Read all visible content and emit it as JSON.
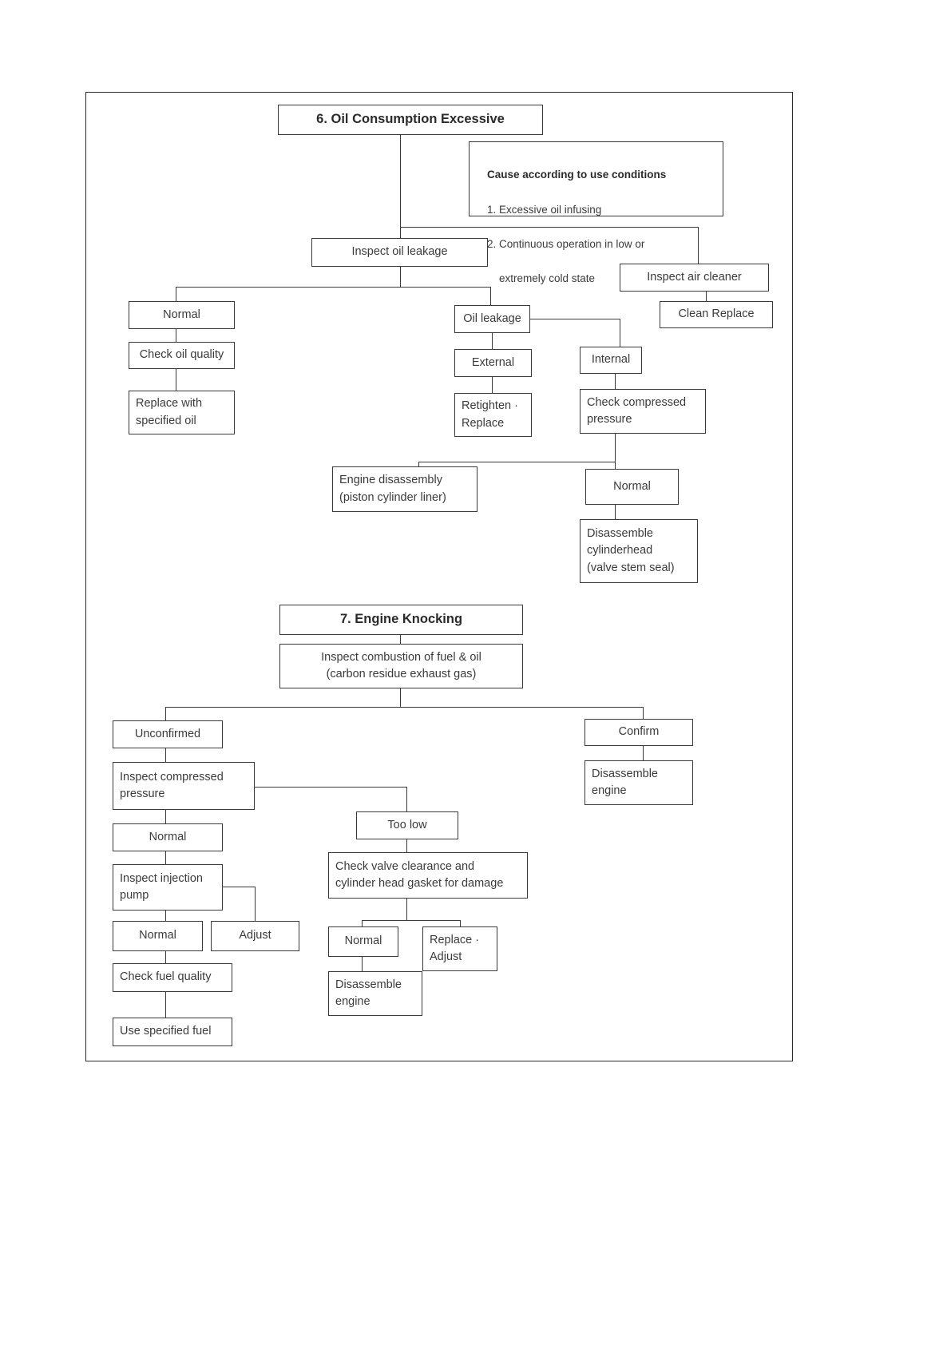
{
  "document": {
    "type": "troubleshooting-flowchart",
    "sections": [
      "6. Oil Consumption Excessive",
      "7. Engine Knocking"
    ]
  },
  "chart_data": {
    "type": "diagram",
    "title": "Engine Troubleshooting Flowcharts",
    "sections": [
      {
        "id": "section-6",
        "title": "6. Oil Consumption Excessive",
        "nodes": [
          "Inspect oil leakage",
          "Normal",
          "Check oil quality",
          "Replace with specified oil",
          "Oil leakage",
          "External",
          "Retighten · Replace",
          "Internal",
          "Check compressed pressure",
          "Engine disassembly (piston cylinder liner)",
          "Normal",
          "Disassemble cylinderhead (valve stem seal)",
          "Inspect air cleaner",
          "Clean Replace"
        ]
      },
      {
        "id": "section-7",
        "title": "7. Engine Knocking",
        "nodes": [
          "Inspect combustion of fuel & oil (carbon residue exhaust gas)",
          "Unconfirmed",
          "Inspect compressed pressure",
          "Normal",
          "Inspect injection pump",
          "Normal",
          "Adjust",
          "Check fuel quality",
          "Use specified fuel",
          "Too low",
          "Check valve clearance and cylinder head gasket for damage",
          "Normal",
          "Replace · Adjust",
          "Disassemble engine",
          "Confirm",
          "Disassemble engine"
        ]
      }
    ]
  },
  "section6": {
    "title": "6. Oil Consumption Excessive",
    "cause_box": {
      "heading": "Cause according to use conditions",
      "item1_num": "1.",
      "item1": "Excessive oil infusing",
      "item2_num": "2.",
      "item2": "Continuous operation in low or",
      "item2_cont": "extremely cold state"
    },
    "inspect_oil_leakage": "Inspect oil leakage",
    "normal_left": "Normal",
    "check_oil_quality": "Check oil quality",
    "replace_specified_oil": "Replace with\nspecified oil",
    "oil_leakage": "Oil leakage",
    "external": "External",
    "retighten_replace": "Retighten ·\nReplace",
    "internal": "Internal",
    "check_compressed_pressure": "Check compressed\npressure",
    "engine_disassembly": "Engine disassembly\n(piston cylinder liner)",
    "normal_right": "Normal",
    "disassemble_cylinderhead": "Disassemble\ncylinderhead\n(valve stem seal)",
    "inspect_air_cleaner": "Inspect air cleaner",
    "clean_replace": "Clean Replace"
  },
  "section7": {
    "title": "7. Engine Knocking",
    "inspect_combustion": "Inspect combustion of fuel & oil\n(carbon residue exhaust gas)",
    "unconfirmed": "Unconfirmed",
    "inspect_compressed_pressure": "Inspect compressed\npressure",
    "normal_1": "Normal",
    "inspect_injection_pump": "Inspect injection\npump",
    "normal_2": "Normal",
    "adjust": "Adjust",
    "check_fuel_quality": "Check fuel quality",
    "use_specified_fuel": "Use specified fuel",
    "too_low": "Too low",
    "check_valve_clearance": "Check valve clearance and\ncylinder head gasket for damage",
    "normal_3": "Normal",
    "replace_adjust": "Replace ·\nAdjust",
    "disassemble_engine_1": "Disassemble\nengine",
    "confirm": "Confirm",
    "disassemble_engine_2": "Disassemble\nengine"
  },
  "colors": {
    "border": "#3a3a3a",
    "text": "#3b3b3b",
    "background": "#ffffff"
  }
}
